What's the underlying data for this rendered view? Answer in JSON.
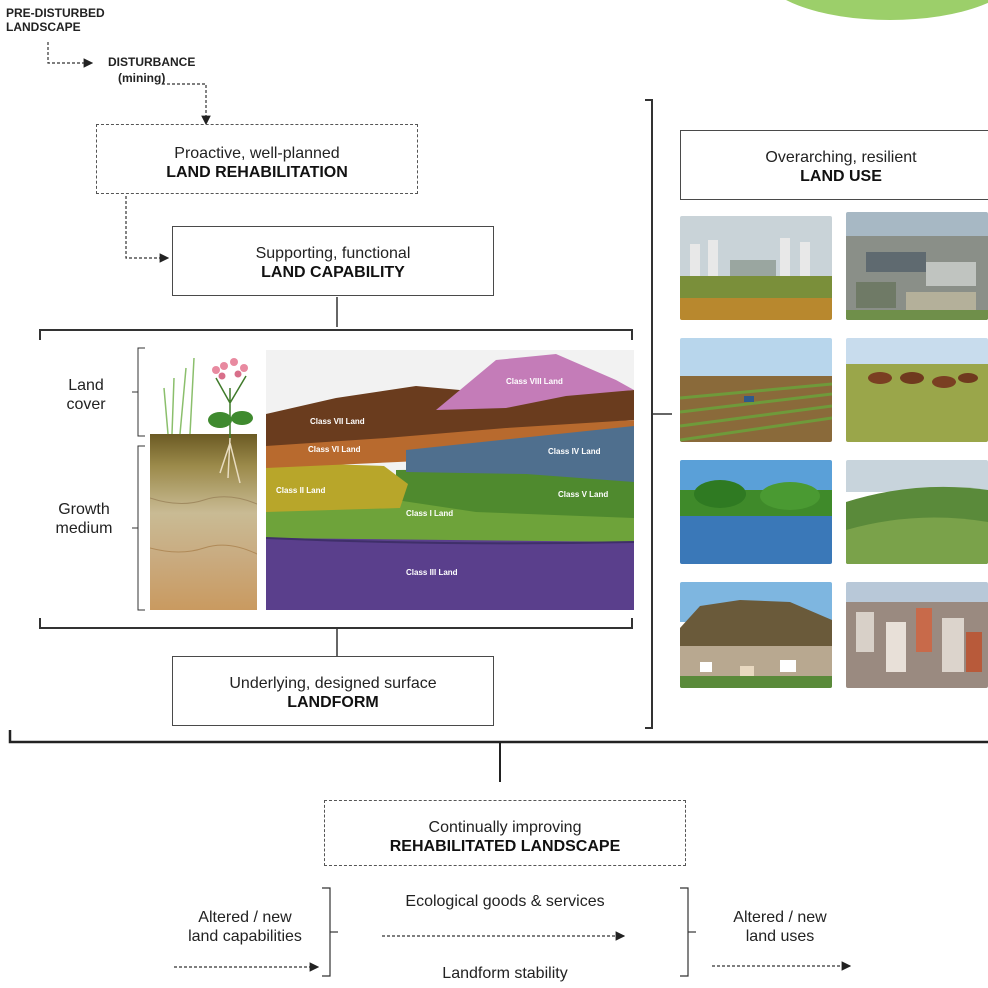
{
  "header": {
    "pre_disturbed": "PRE-DISTURBED\nLANDSCAPE",
    "disturbance": "DISTURBANCE",
    "mining": "(mining)"
  },
  "boxes": {
    "rehabilitation": {
      "line1": "Proactive, well-planned",
      "line2": "LAND REHABILITATION"
    },
    "capability": {
      "line1": "Supporting, functional",
      "line2": "LAND CAPABILITY"
    },
    "landform": {
      "line1": "Underlying, designed surface",
      "line2": "LANDFORM"
    },
    "land_use": {
      "line1": "Overarching, resilient",
      "line2": "LAND USE"
    },
    "rehabilitated": {
      "line1": "Continually improving",
      "line2": "REHABILITATED LANDSCAPE"
    }
  },
  "soil_labels": {
    "land_cover": "Land\ncover",
    "growth_medium": "Growth\nmedium"
  },
  "land_classes": [
    "Class VIII Land",
    "Class VII Land",
    "Class VI Land",
    "Class IV Land",
    "Class II Land",
    "Class V Land",
    "Class I Land",
    "Class III Land"
  ],
  "bottom": {
    "altered_capabilities": "Altered / new\nland capabilities",
    "ecological": "Ecological goods & services",
    "landform_stability": "Landform stability",
    "altered_uses": "Altered / new\nland uses"
  },
  "land_use_photos": [
    "power-station",
    "industrial-area",
    "crop-field",
    "horses-grazing",
    "river",
    "green-hills",
    "mountain-town",
    "city-aerial"
  ],
  "colors": {
    "accent_green": "#9ccf6a",
    "class_viii": "#c47cb8",
    "class_vii": "#6a3c1e",
    "class_vi": "#b86a2e",
    "class_iv": "#4f6f8e",
    "class_ii": "#b8a62a",
    "class_v": "#4f8a2e",
    "class_i": "#6ea33a",
    "class_iii": "#5a3f8c"
  }
}
